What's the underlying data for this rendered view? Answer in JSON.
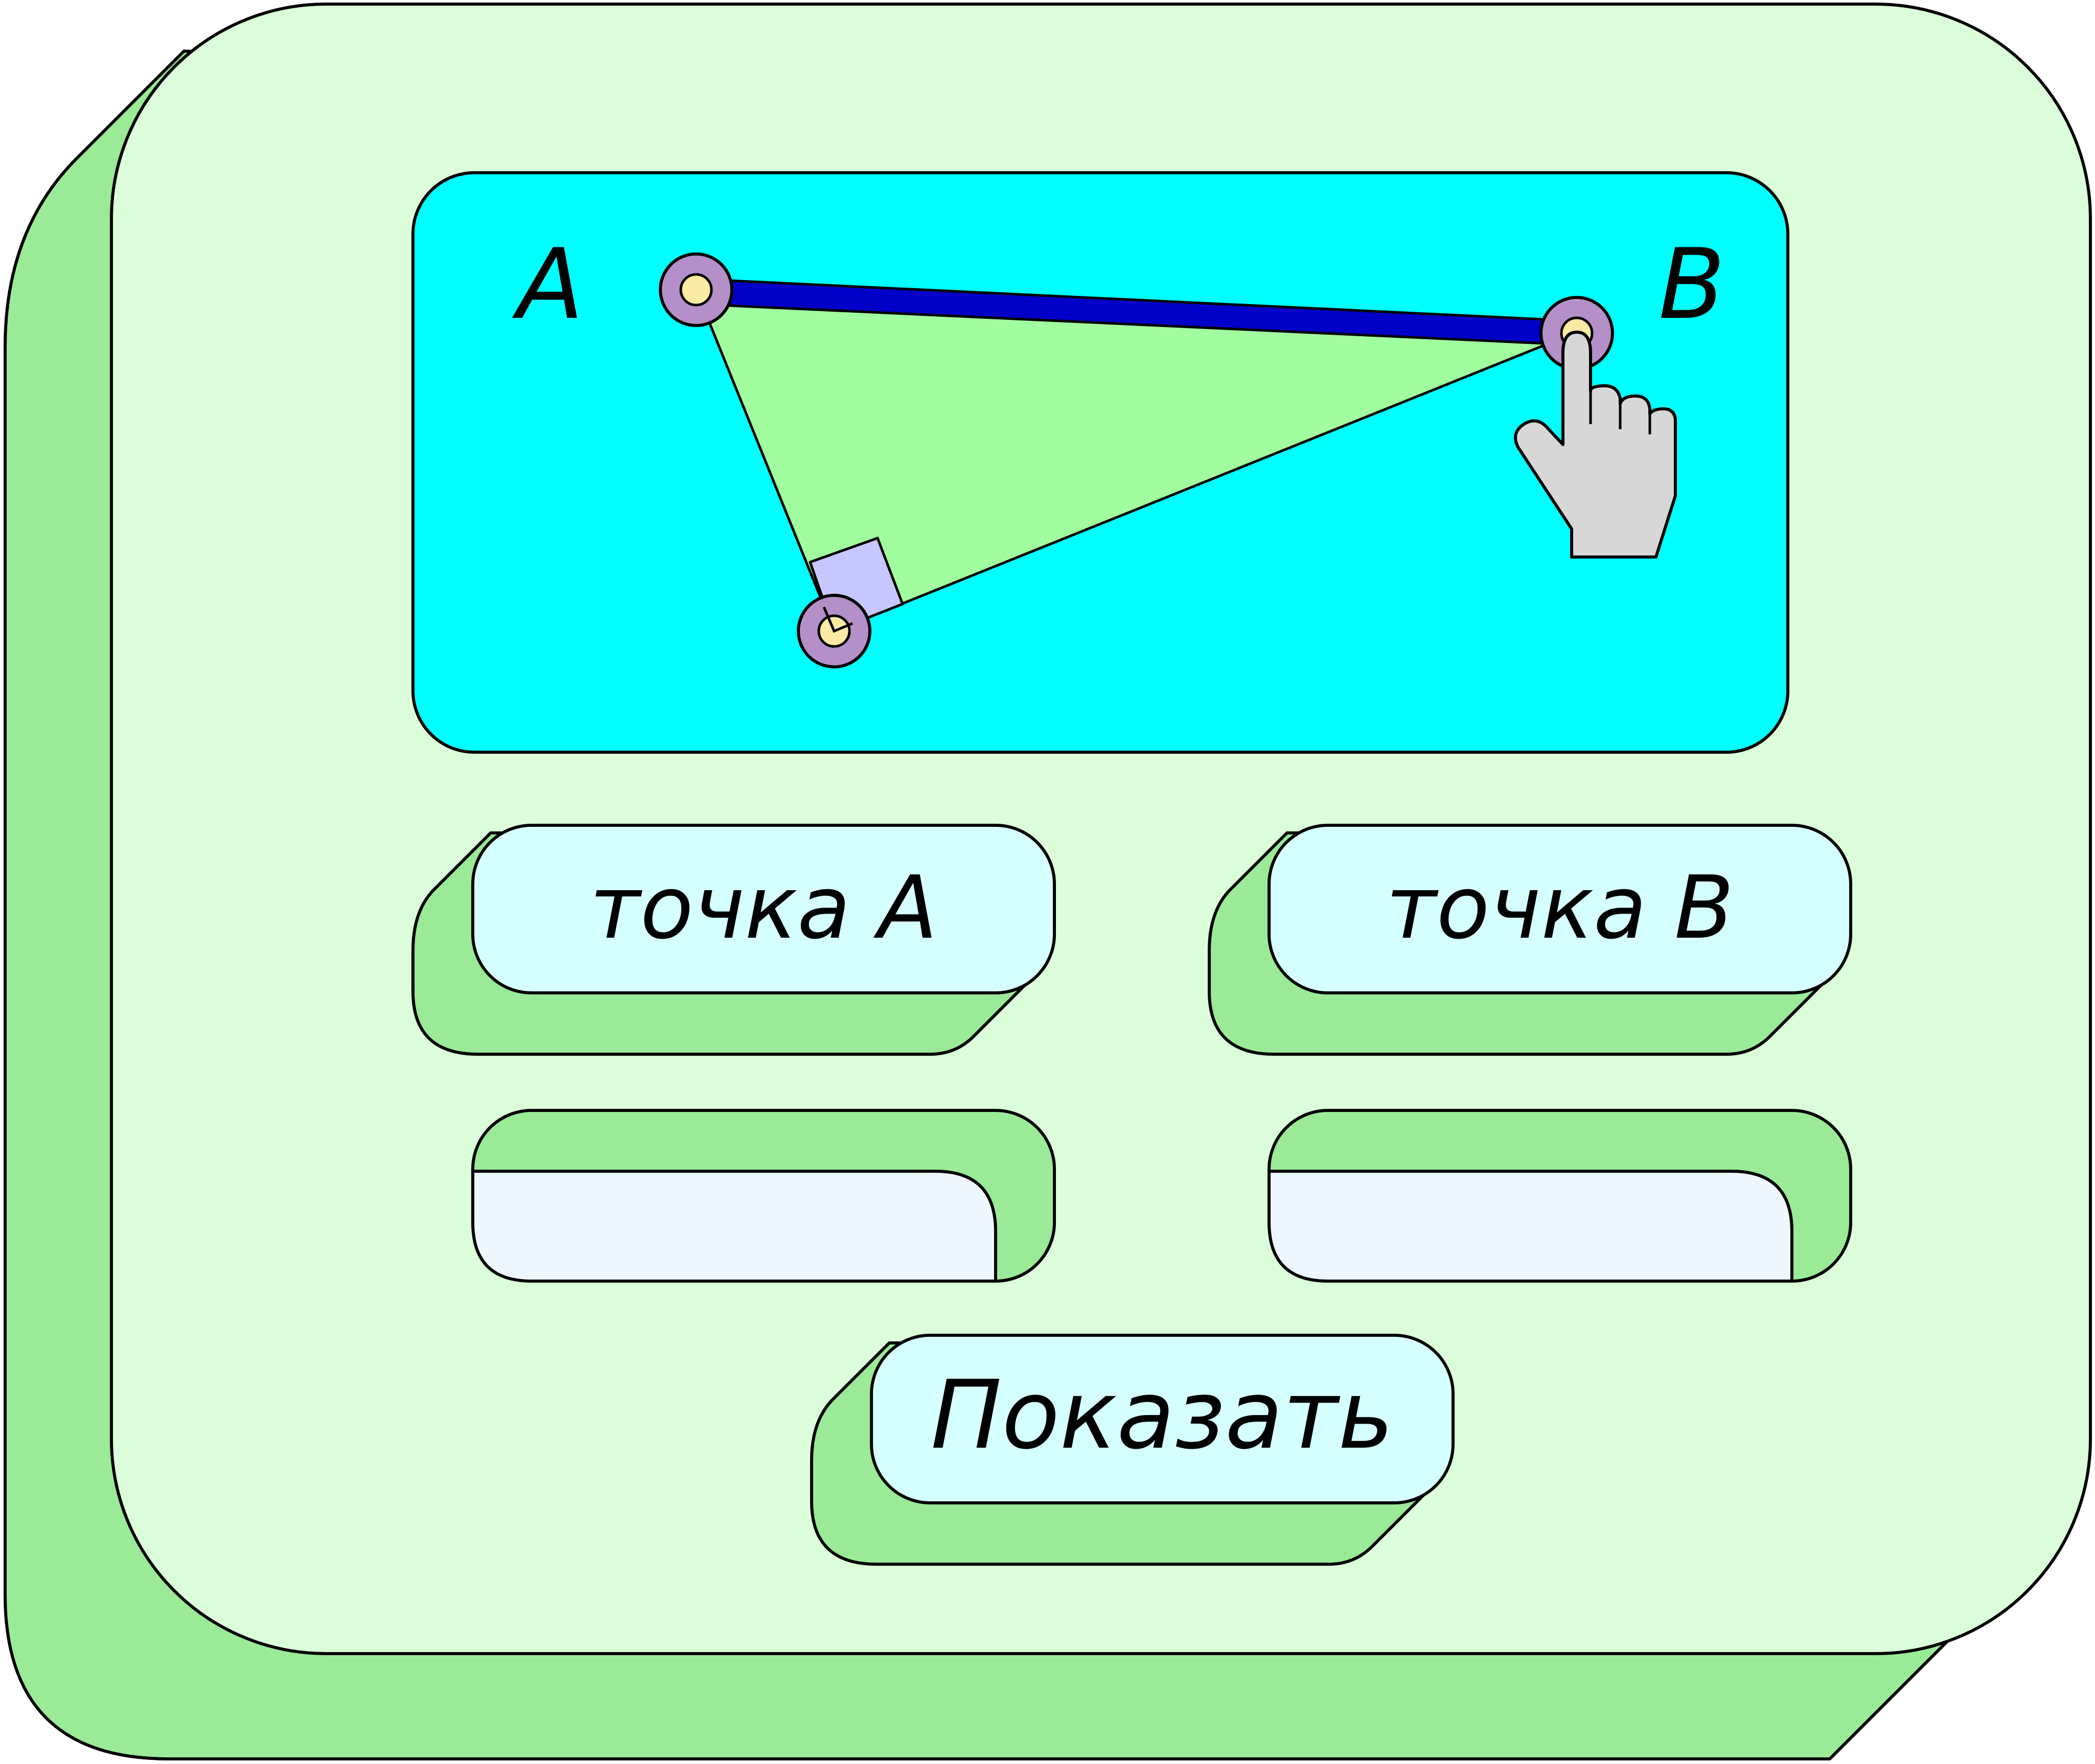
{
  "canvas": {
    "point_a_label": "A",
    "point_b_label": "B"
  },
  "buttons": {
    "point_a_label": "точка А",
    "point_b_label": "точка В",
    "show_label": "Показать"
  },
  "fields": {
    "point_a_value": "",
    "point_b_value": ""
  },
  "colors": {
    "card_face": "#DBFDD9",
    "card_depth": "#9AEA98",
    "canvas_bg": "#00FFFF",
    "triangle_fill": "#A1FE9F",
    "segment_ab": "#0000C8",
    "right_angle_marker": "#C7C7FF",
    "point_ring": "#B48FC8",
    "point_core": "#FCEBA4",
    "button_face": "#D5FEFE",
    "field_face": "#EEF6FE",
    "hand_cursor": "#D7D7D7"
  },
  "icons": {
    "cursor": "pointing-hand-icon",
    "points": "draggable-point-icon"
  }
}
